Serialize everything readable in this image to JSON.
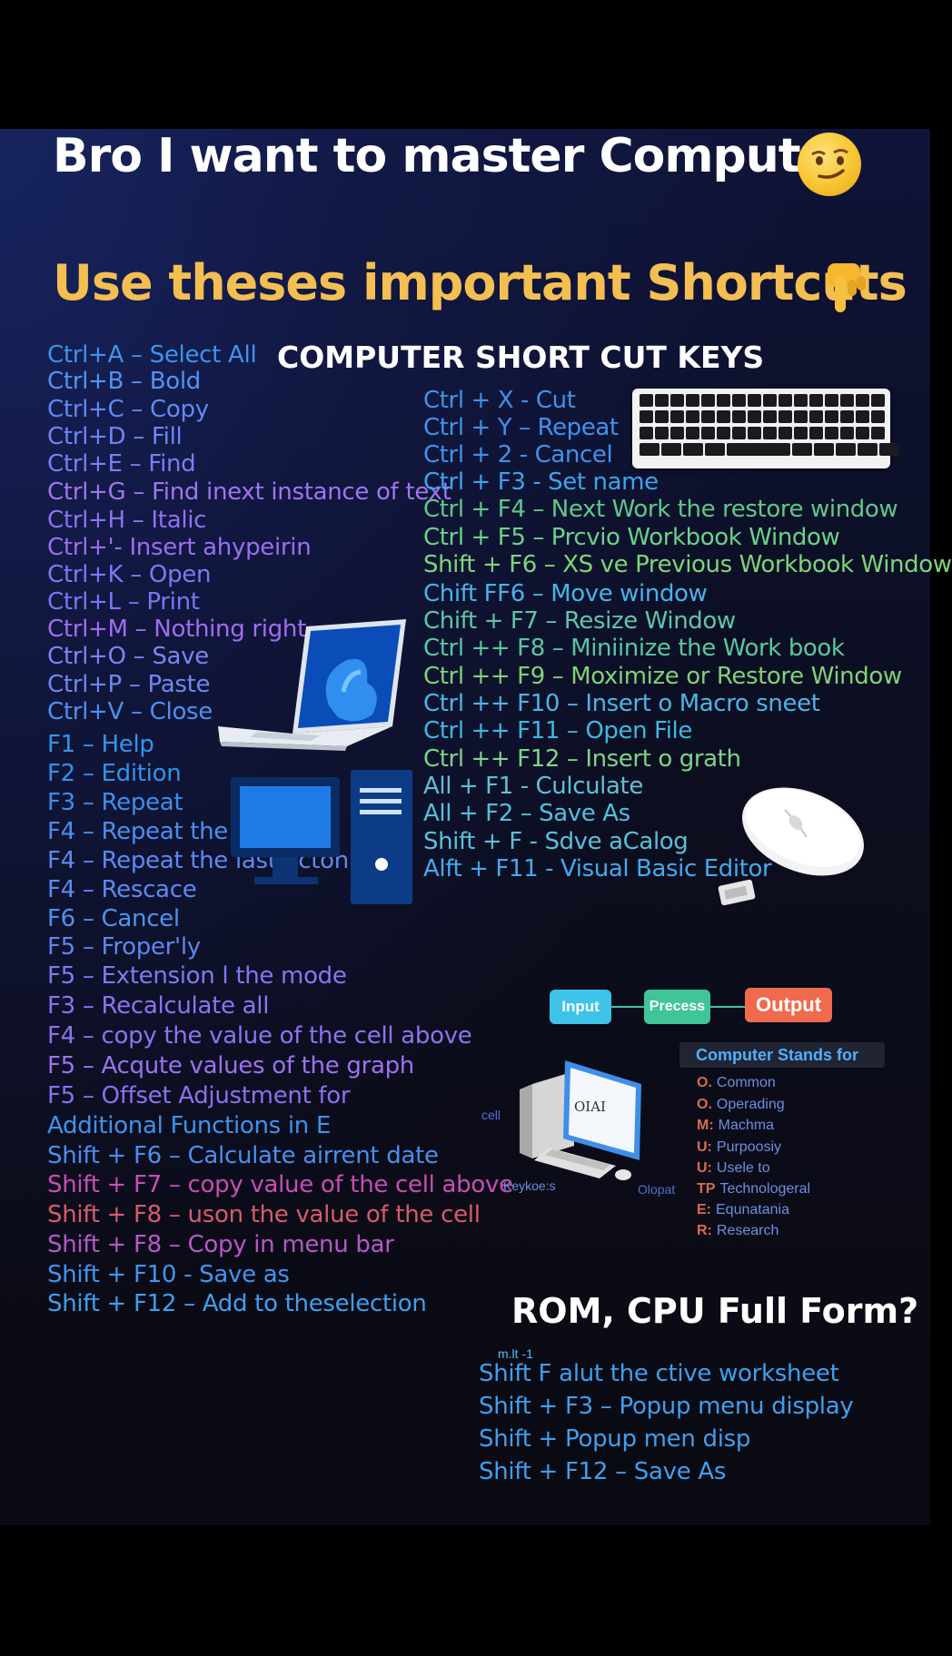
{
  "title": "Bro I want to master Computer",
  "subtitle": "Use theses important Shortcuts",
  "section_heading": "COMPUTER SHORT CUT KEYS",
  "colors": {
    "title": "#ffffff",
    "subtitle": "#f4bf52",
    "input": "#3fc2e8",
    "process": "#3fc597",
    "output": "#f06a4e"
  },
  "left_shortcuts": [
    "Ctrl+A – Select All",
    "Ctrl+B – Bold",
    "Ctrl+C – Copy",
    "Ctrl+D – Fill",
    "Ctrl+E – Find",
    "Ctrl+G – Find inext instance of text",
    "Ctrl+H – Italic",
    "Ctrl+'-  Insert ahypeirin",
    "Ctrl+K – Open",
    "Ctrl+L – Print",
    "Ctrl+M – Nothing right",
    "Ctrl+O –  Save",
    "Ctrl+P – Paste",
    "Ctrl+V – Close",
    "F1 – Help",
    "F2 – Edition",
    "F3 – Repeat",
    "F4 – Repeat the name",
    "F4 – Repeat the last acton",
    "F4 – Rescace",
    "F6 – Cancel",
    "F5 – Froper'ly",
    "F5 – Extension l the mode",
    "F3 – Recalculate all",
    "F4 – copy the value of the cell  above",
    "F5 – Acqute values of the graph",
    "F5 – Offset Adjustment for",
    "Additional Functions in E",
    "Shift + F6 – Calculate airrent date",
    "Shift + F7 – copy value of the cell above",
    "Shift + F8 – uson the value of the cell",
    "Shift + F8 – Copy in menu bar",
    "Shift + F10 - Save as",
    "Shift + F12 – Add to theselection"
  ],
  "right_shortcuts": [
    "Ctrl + X - Cut",
    "Ctrl + Y – Repeat",
    "Ctrl + 2 - Cancel",
    "Ctrl + F3 - Set name",
    "Ctrl + F4 – Next Work the restore window",
    "Ctrl + F5 – Prcvio Workbook Window",
    "Shift + F6 – XS ve Previous Workbook Window",
    "Chift FF6 – Move window",
    "Chift + F7 – Resize Window",
    "Ctrl ++ F8 – Miniinize the Work book",
    "Ctrl ++ F9 – Moximize or Restore Window",
    "Ctrl ++ F10 – Insert o Macro sneet",
    "Ctrl ++ F11 – Open File",
    "Ctrl ++ F12 – Insert o grath",
    "All + F1 - Culculate",
    "All + F2 – Save As",
    "Shift + F - Sdve aCalog",
    "Alft + F11 - Visual Basic Editor"
  ],
  "flow": {
    "input": "Input",
    "process": "Precess",
    "output": "Output"
  },
  "computer_stands": {
    "heading": "Computer Stands for",
    "items": [
      {
        "letter": "O.",
        "word": "Common"
      },
      {
        "letter": "O.",
        "word": "Operading"
      },
      {
        "letter": "M:",
        "word": "Machma"
      },
      {
        "letter": "U:",
        "word": "Purpoosiy"
      },
      {
        "letter": "U:",
        "word": "Usele to"
      },
      {
        "letter": "TP",
        "word": "Technologeral"
      },
      {
        "letter": "E:",
        "word": "Equnatania"
      },
      {
        "letter": "R:",
        "word": "Research"
      }
    ]
  },
  "diagram_labels": {
    "cell": "cell",
    "keyboard": "Keykoe:s",
    "output": "Olopat",
    "screen": "OIAI",
    "mult": "m.lt -1"
  },
  "rom_heading": "ROM, CPU Full Form?",
  "bottom_right_shortcuts": [
    "Shift F alut the ctive worksheet",
    "Shift + F3 – Popup menu display",
    "Shift + Popup men disp",
    "Shift + F12 – Save As"
  ],
  "icons": [
    "smirk-emoji-icon",
    "pointing-down-icon",
    "keyboard-icon",
    "laptop-icon",
    "desktop-computer-icon",
    "mouse-icon",
    "computer-diagram-icon"
  ]
}
